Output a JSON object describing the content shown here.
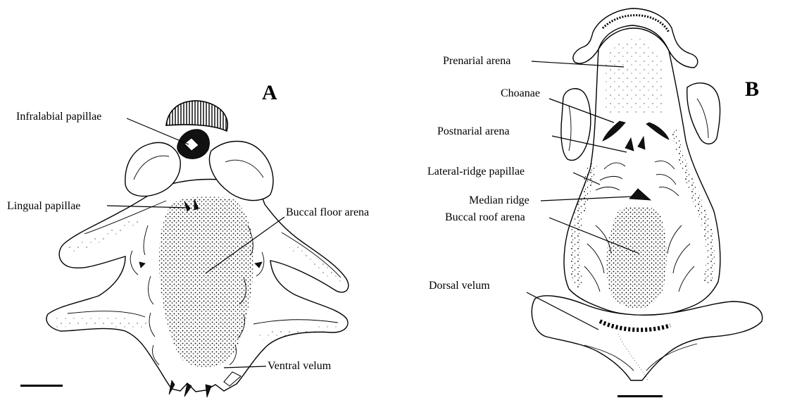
{
  "panels": {
    "a": {
      "letter": "A",
      "labels": {
        "infralabial": "Infralabial papillae",
        "lingual": "Lingual papillae",
        "buccal_floor": "Buccal floor arena",
        "ventral_velum": "Ventral velum"
      }
    },
    "b": {
      "letter": "B",
      "labels": {
        "prenarial": "Prenarial arena",
        "choanae": "Choanae",
        "postnarial": "Postnarial arena",
        "lateral_ridge": "Lateral-ridge papillae",
        "median_ridge": "Median ridge",
        "buccal_roof": "Buccal roof arena",
        "dorsal_velum": "Dorsal velum"
      }
    }
  }
}
